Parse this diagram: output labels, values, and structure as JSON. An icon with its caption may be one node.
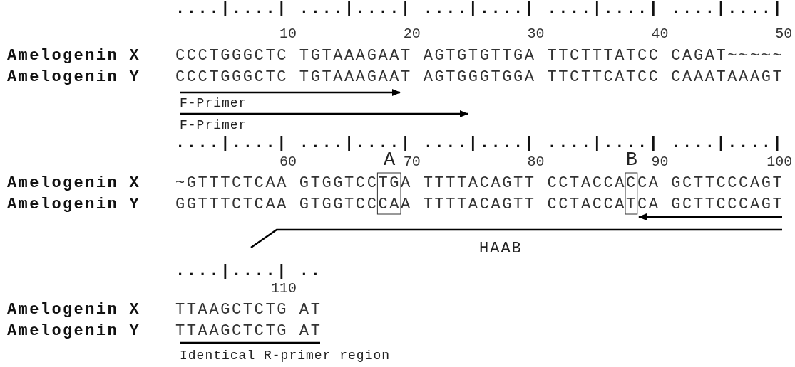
{
  "diagram": {
    "labels": [
      "....|....| ....|....| ....|....| ....|....| ....|....|",
      "10",
      "20",
      "30",
      "40",
      "50",
      "Amelogenin X",
      "CCCTGGGCTC TGTAAAGAAT AGTGTGTTGA TTCTTTATCC CAGAT~~~~~",
      "Amelogenin Y",
      "CCCTGGGCTC TGTAAAGAAT AGTGGGTGGA TTCTTCATCC CAAATAAAGT",
      "F-Primer",
      "F-Primer",
      "....|....| ....|....| ....|....| ....|....| ....|....|",
      "60",
      "A",
      "70",
      "80",
      "B",
      "90",
      "100",
      "Amelogenin X",
      "~GTTTCTCAA GTGGTCCTGA TTTTACAGTT CCTACCACCA GCTTCCCAGT",
      "Amelogenin Y",
      "GGTTTCTCAA GTGGTCCCAA TTTTACAGTT CCTACCATCA GCTTCCCAGT",
      "HAAB",
      "....|....| ..",
      "110",
      "Amelogenin X",
      "TTAAGCTCTG AT",
      "Amelogenin Y",
      "TTAAGCTCTG AT",
      "Identical R-primer region"
    ]
  }
}
